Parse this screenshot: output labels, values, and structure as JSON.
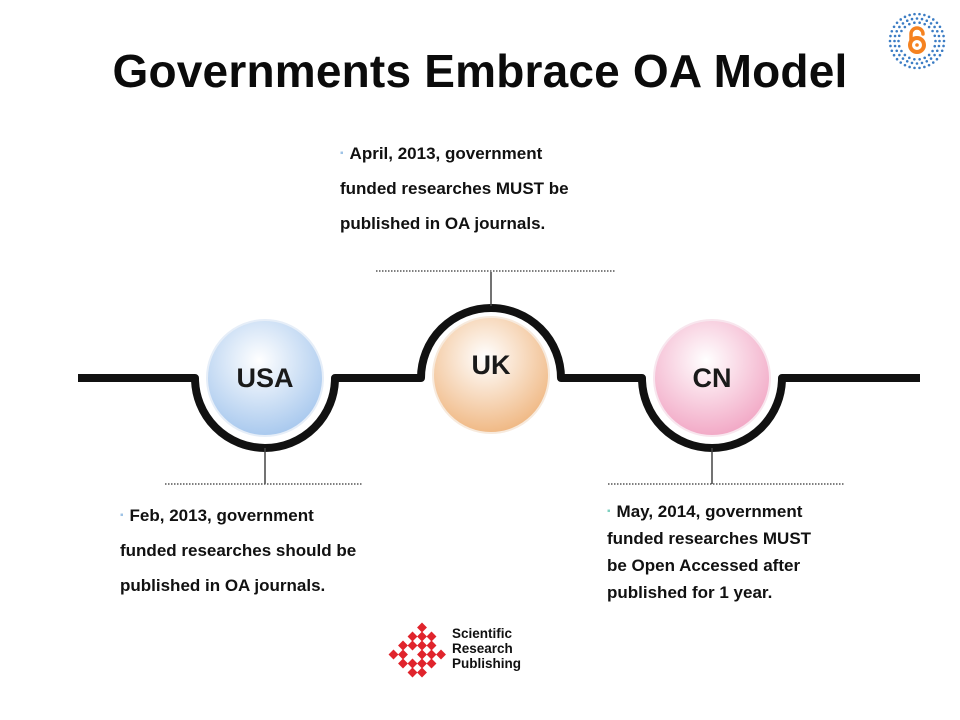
{
  "title": "Governments Embrace OA Model",
  "colors": {
    "usa": "#bcd6f2",
    "uk": "#f3c9a3",
    "cn": "#f5c2d6",
    "uk_bullet": "#9ec3e6",
    "usa_bullet": "#9ec3e6",
    "cn_bullet": "#7fd0c0",
    "publisher_red": "#e0242c",
    "oa_orange": "#f58220",
    "oa_blue": "#3b7cc4"
  },
  "icons": {
    "oa_logo": "open-access-lock-icon",
    "publisher_logo": "scientific-research-publishing-logo"
  },
  "nodes": {
    "usa": {
      "label": "USA"
    },
    "uk": {
      "label": "UK"
    },
    "cn": {
      "label": "CN"
    }
  },
  "notes": {
    "uk": {
      "bullet": "▪",
      "lines": [
        "April, 2013, government",
        "funded researches MUST be",
        "published  in OA journals."
      ]
    },
    "usa": {
      "bullet": "▪",
      "lines": [
        "Feb, 2013, government",
        "funded researches should be",
        "published  in OA journals."
      ]
    },
    "cn": {
      "bullet": "▪",
      "lines": [
        "May, 2014, government",
        "funded researches MUST",
        "be Open Accessed after",
        "published for 1 year."
      ]
    }
  },
  "publisher": {
    "lines": [
      "Scientific",
      "Research",
      "Publishing"
    ]
  }
}
